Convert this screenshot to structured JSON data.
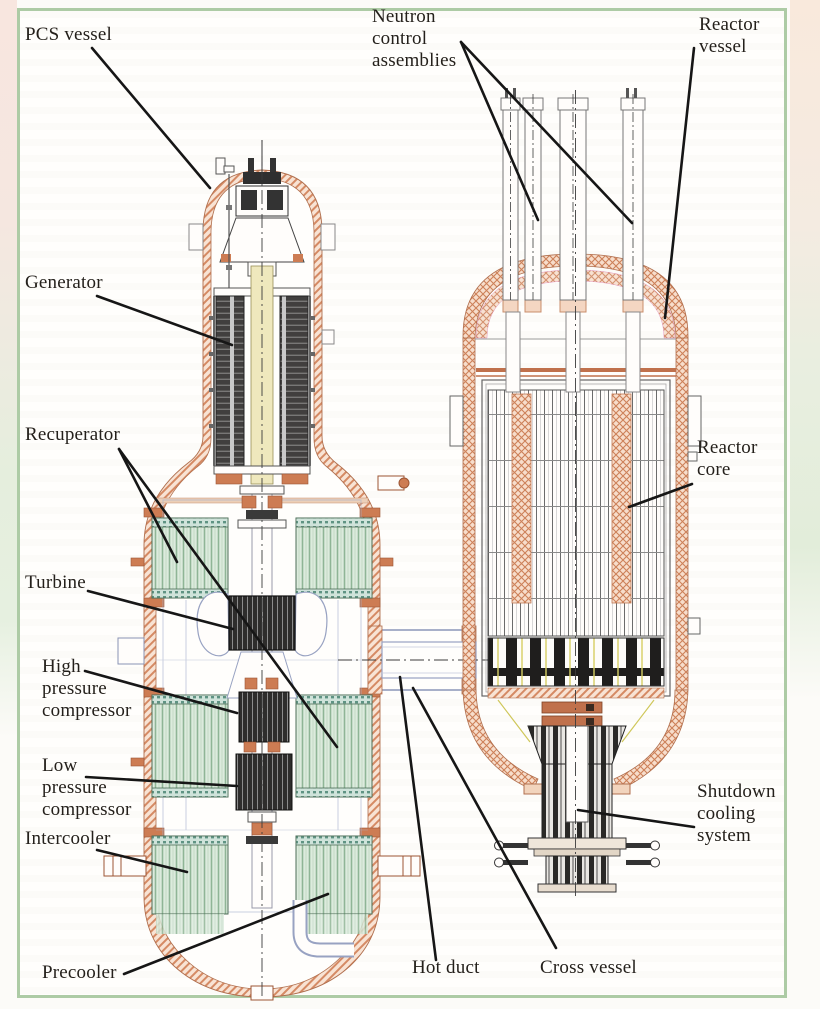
{
  "figure": {
    "description": "Cutaway engineering drawing of a modular helium reactor: power conversion system vessel (left) joined by a cross vessel to the reactor vessel (right).",
    "labels": {
      "pcs_vessel": "PCS vessel",
      "neutron_control_assemblies": "Neutron\ncontrol\nassemblies",
      "reactor_vessel": "Reactor\nvessel",
      "generator": "Generator",
      "recuperator": "Recuperator",
      "turbine": "Turbine",
      "high_pressure_compressor": "High\npressure\ncompressor",
      "low_pressure_compressor": "Low\npressure\ncompressor",
      "intercooler": "Intercooler",
      "precooler": "Precooler",
      "hot_duct": "Hot duct",
      "cross_vessel": "Cross vessel",
      "reactor_core": "Reactor\ncore",
      "shutdown_cooling_system": "Shutdown\ncooling\nsystem"
    },
    "colors": {
      "frame_green": "#adcba5",
      "margin_pink": "#f8e6df",
      "margin_green": "#e2edda",
      "vessel_wall_salmon": "#d58a64",
      "vessel_wall_light": "#f8e3d4",
      "heat_exchanger_green": "#dcebdd",
      "internals_blue_gray": "#98a2c2",
      "rotor_dark": "#2e2d2c",
      "accent_orange": "#cd7c53",
      "shaft_yellow": "#efe8bd",
      "label_text": "#24201b",
      "leader_line": "#161616"
    }
  }
}
